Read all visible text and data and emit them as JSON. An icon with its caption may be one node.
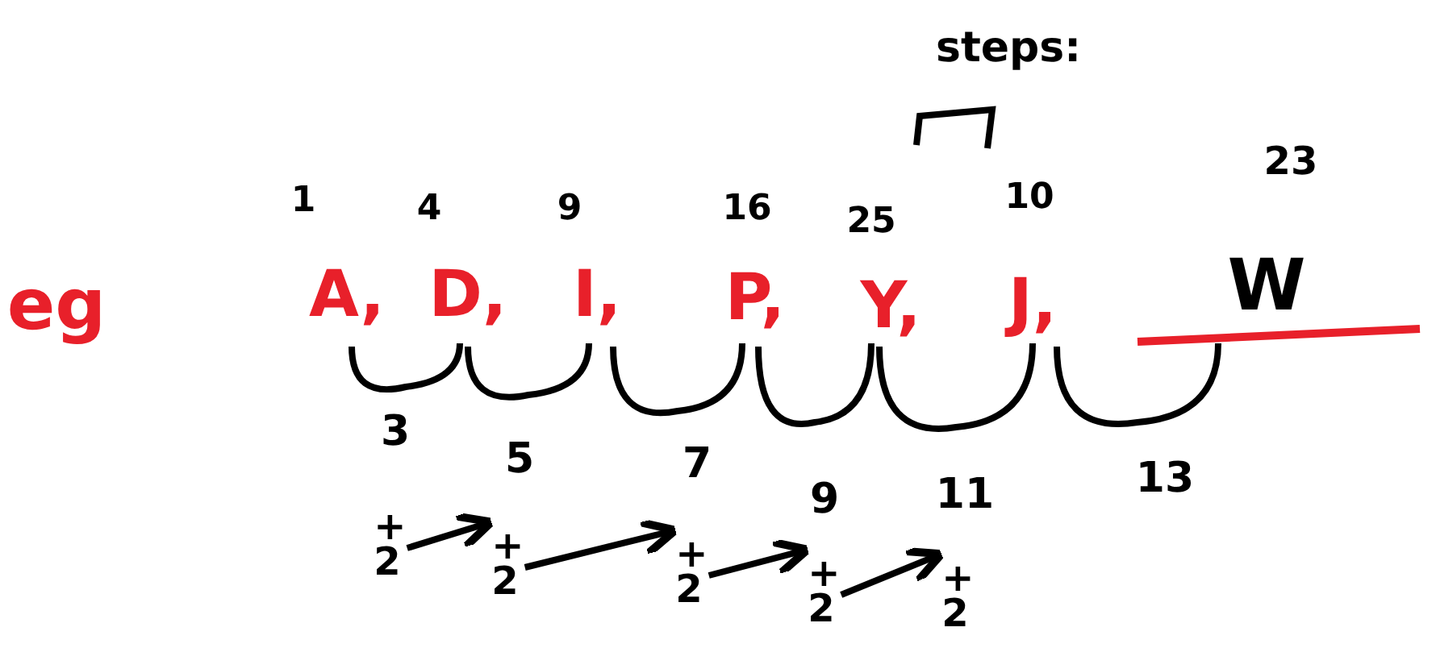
{
  "diagram": {
    "nodes": [
      {
        "text": [
          "+2"
        ]
      },
      {
        "text": [
          "+2"
        ]
      },
      {
        "text": [
          "+2"
        ]
      },
      {
        "text": [
          "+2"
        ]
      },
      {
        "text": [
          "+2"
        ]
      }
    ],
    "edges": [
      {
        "from": 0,
        "to": 1,
        "arrow": "to"
      },
      {
        "from": 1,
        "to": 2,
        "arrow": "to"
      },
      {
        "from": 2,
        "to": 3,
        "arrow": "to"
      },
      {
        "from": 3,
        "to": 4,
        "arrow": "to"
      }
    ],
    "labels": [
      "steps:",
      "23",
      "1",
      "4",
      "9",
      "16",
      "10",
      "25",
      "eg",
      "A,",
      "D,",
      "I,",
      "P,",
      "Y,",
      "J,",
      "W",
      "3",
      "5",
      "7",
      "9",
      "11",
      "13"
    ]
  }
}
